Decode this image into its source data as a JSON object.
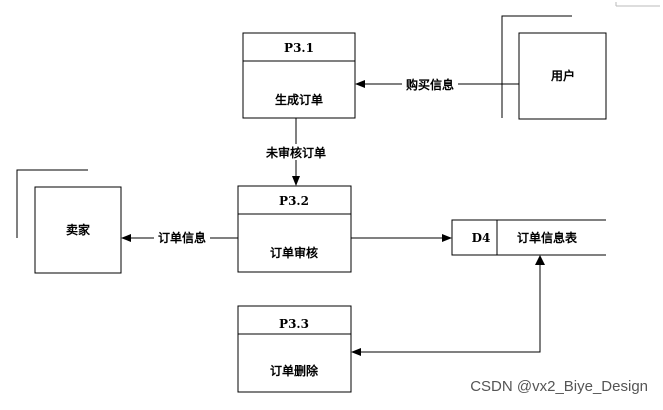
{
  "processes": [
    {
      "id": "P3.1",
      "name": "生成订单"
    },
    {
      "id": "P3.2",
      "name": "订单审核"
    },
    {
      "id": "P3.3",
      "name": "订单删除"
    }
  ],
  "entities": [
    {
      "name": "用户"
    },
    {
      "name": "卖家"
    }
  ],
  "datastore": {
    "id": "D4",
    "name": "订单信息表"
  },
  "flows": [
    {
      "label": "购买信息",
      "from": "用户",
      "to": "P3.1"
    },
    {
      "label": "未审核订单",
      "from": "P3.1",
      "to": "P3.2"
    },
    {
      "label": "订单信息",
      "from": "P3.2",
      "to": "卖家"
    },
    {
      "label": "",
      "from": "P3.2",
      "to": "D4"
    },
    {
      "label": "",
      "from": "D4",
      "to": "P3.3"
    }
  ],
  "watermark": "CSDN @vx2_Biye_Design"
}
